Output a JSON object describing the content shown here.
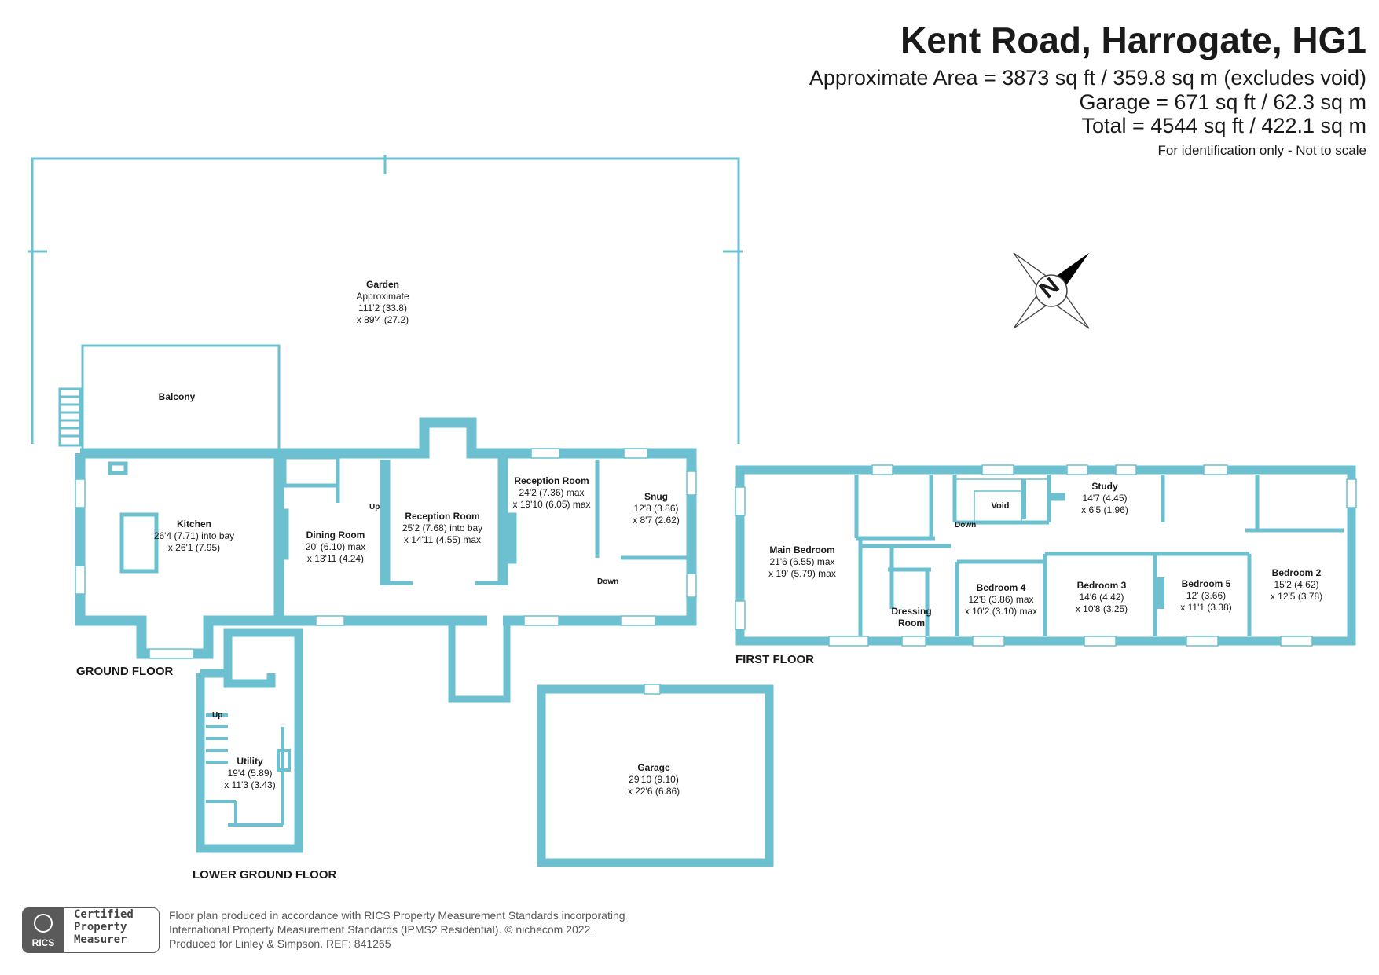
{
  "header": {
    "title": "Kent Road, Harrogate, HG1",
    "area_lines": [
      "Approximate Area = 3873 sq ft / 359.8 sq m (excludes void)",
      "Garage = 671 sq ft / 62.3 sq m",
      "Total = 4544 sq ft / 422.1 sq m"
    ],
    "note": "For identification only - Not to scale"
  },
  "compass": {
    "label": "N"
  },
  "floors": {
    "ground": "GROUND FLOOR",
    "lower": "LOWER GROUND FLOOR",
    "first": "FIRST FLOOR"
  },
  "rooms": {
    "garden": {
      "name": "Garden",
      "lines": [
        "Approximate",
        "111'2 (33.8)",
        "x 89'4 (27.2)"
      ]
    },
    "balcony": {
      "name": "Balcony",
      "lines": []
    },
    "kitchen": {
      "name": "Kitchen",
      "lines": [
        "26'4 (7.71) into bay",
        "x 26'1 (7.95)"
      ]
    },
    "dining": {
      "name": "Dining Room",
      "lines": [
        "20' (6.10) max",
        "x 13'11 (4.24)"
      ]
    },
    "reception1": {
      "name": "Reception Room",
      "lines": [
        "25'2 (7.68) into bay",
        "x 14'11 (4.55) max"
      ]
    },
    "reception2": {
      "name": "Reception Room",
      "lines": [
        "24'2 (7.36) max",
        "x 19'10 (6.05) max"
      ]
    },
    "snug": {
      "name": "Snug",
      "lines": [
        "12'8 (3.86)",
        "x 8'7 (2.62)"
      ]
    },
    "utility": {
      "name": "Utility",
      "lines": [
        "19'4 (5.89)",
        "x 11'3 (3.43)"
      ]
    },
    "garage": {
      "name": "Garage",
      "lines": [
        "29'10 (9.10)",
        "x 22'6 (6.86)"
      ]
    },
    "mainbed": {
      "name": "Main Bedroom",
      "lines": [
        "21'6 (6.55) max",
        "x 19' (5.79) max"
      ]
    },
    "study": {
      "name": "Study",
      "lines": [
        "14'7 (4.45)",
        "x 6'5 (1.96)"
      ]
    },
    "void": {
      "name": "Void",
      "lines": []
    },
    "dressing": {
      "name": "Dressing",
      "lines": [
        "Room"
      ]
    },
    "bed4": {
      "name": "Bedroom 4",
      "lines": [
        "12'8 (3.86) max",
        "x 10'2 (3.10) max"
      ]
    },
    "bed3": {
      "name": "Bedroom 3",
      "lines": [
        "14'6 (4.42)",
        "x 10'8 (3.25)"
      ]
    },
    "bed5": {
      "name": "Bedroom 5",
      "lines": [
        "12' (3.66)",
        "x 11'1 (3.38)"
      ]
    },
    "bed2": {
      "name": "Bedroom 2",
      "lines": [
        "15'2 (4.62)",
        "x 12'5 (3.78)"
      ]
    }
  },
  "stairs": {
    "up": "Up",
    "down": "Down"
  },
  "footer": {
    "lines": [
      "Floor plan produced in accordance with RICS Property Measurement Standards incorporating",
      "International Property Measurement Standards (IPMS2 Residential).   © nichecom 2022.",
      "Produced for Linley & Simpson.   REF: 841265"
    ]
  },
  "badge": {
    "logo": "RICS",
    "lines": [
      "Certified",
      "Property",
      "Measurer"
    ]
  },
  "colors": {
    "wall": "#6cc0d0",
    "text": "#1a1a1a",
    "footer": "#555555"
  }
}
